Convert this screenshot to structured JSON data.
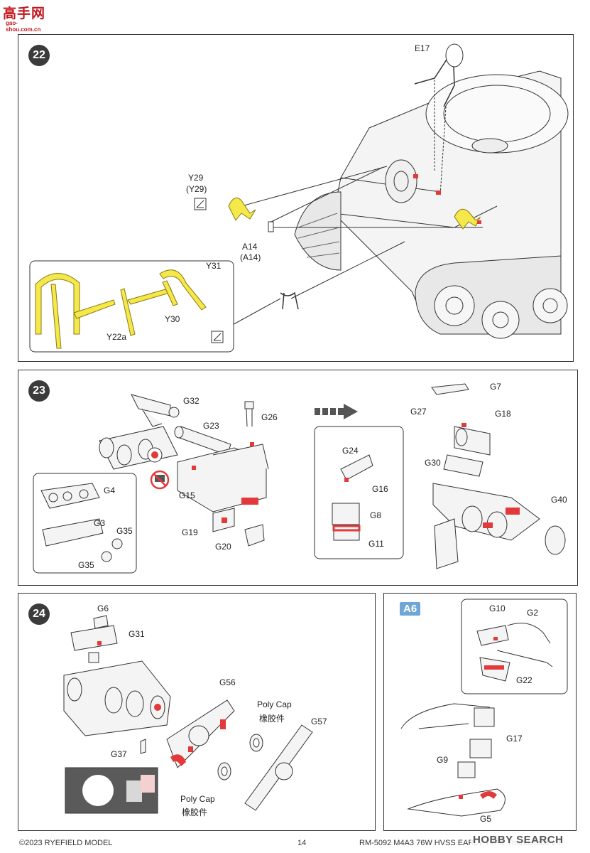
{
  "watermark_logo": {
    "brand": "高手网",
    "url": "gao-shou.com.cn"
  },
  "colors": {
    "yellow_part": "#f5e84a",
    "red_part": "#e23a3a",
    "line": "#333333"
  },
  "step22": {
    "number": "22",
    "labels": {
      "e17": "E17",
      "y29": "Y29",
      "y29p": "(Y29)",
      "a14": "A14",
      "a14p": "(A14)",
      "y31": "Y31",
      "y30": "Y30",
      "y22a": "Y22a"
    }
  },
  "step23": {
    "number": "23",
    "labels": {
      "g32": "G32",
      "g26": "G26",
      "g23": "G23",
      "g4": "G4",
      "g3": "G3",
      "g35a": "G35",
      "g35b": "G35",
      "g15": "G15",
      "g19": "G19",
      "g20": "G20",
      "g24": "G24",
      "g16": "G16",
      "g8": "G8",
      "g11": "G11",
      "g7": "G7",
      "g27": "G27",
      "g18": "G18",
      "g30": "G30",
      "g40": "G40"
    }
  },
  "step24": {
    "number": "24",
    "labels": {
      "g6": "G6",
      "g31": "G31",
      "g56": "G56",
      "polycap1": "Poly Cap",
      "polycap1_cn": "橡胶件",
      "g57": "G57",
      "g37": "G37",
      "polycap2": "Poly Cap",
      "polycap2_cn": "橡胶件"
    }
  },
  "a6_panel": {
    "tag": "A6",
    "labels": {
      "g10": "G10",
      "g2": "G2",
      "g22": "G22",
      "g17": "G17",
      "g9": "G9",
      "g5": "G5"
    }
  },
  "footer": {
    "copyright": "©2023 RYEFIELD MODEL",
    "page": "14",
    "product": "RM-5092 M4A3 76W HVSS EARLY TYPE Thunderbolt VII"
  },
  "hobby_search": "HOBBY SEARCH"
}
